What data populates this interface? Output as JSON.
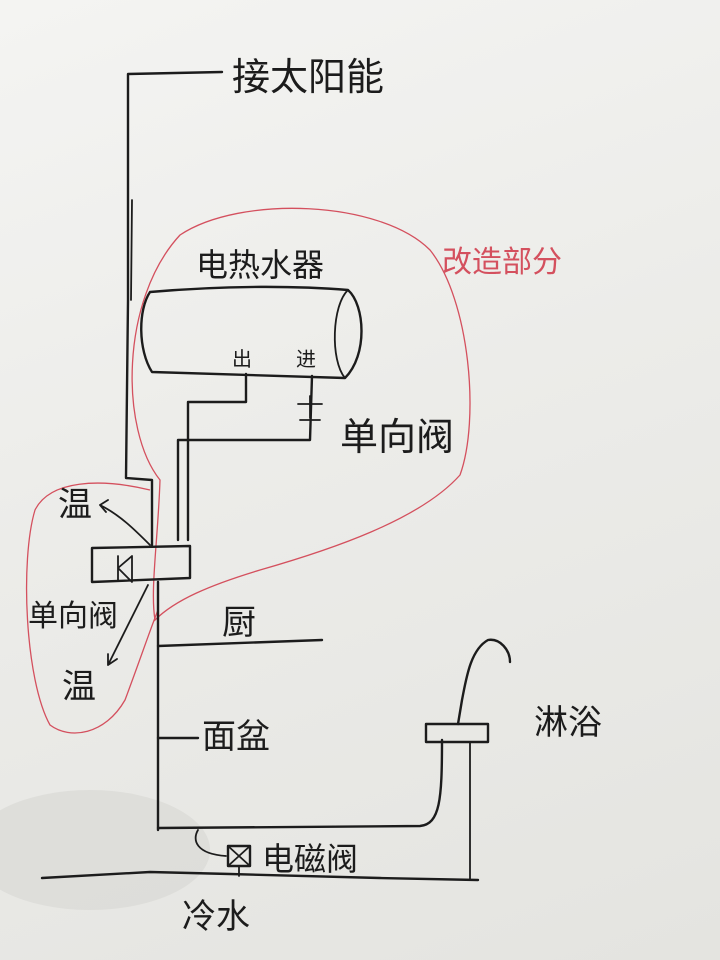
{
  "labels": {
    "solar": "接太阳能",
    "retrofit": "改造部分",
    "heater": "电热水器",
    "outlet": "出",
    "inlet": "进",
    "check_valve_top": "单向阀",
    "hot_top": "温",
    "check_valve_left": "单向阀",
    "hot_bottom": "温",
    "kitchen": "厨",
    "basin": "面盆",
    "shower": "淋浴",
    "solenoid": "电磁阀",
    "cold_water": "冷水"
  },
  "colors": {
    "ink": "#1c1c1c",
    "marker_red": "#d4505e",
    "paper": "#f1f1ef"
  }
}
